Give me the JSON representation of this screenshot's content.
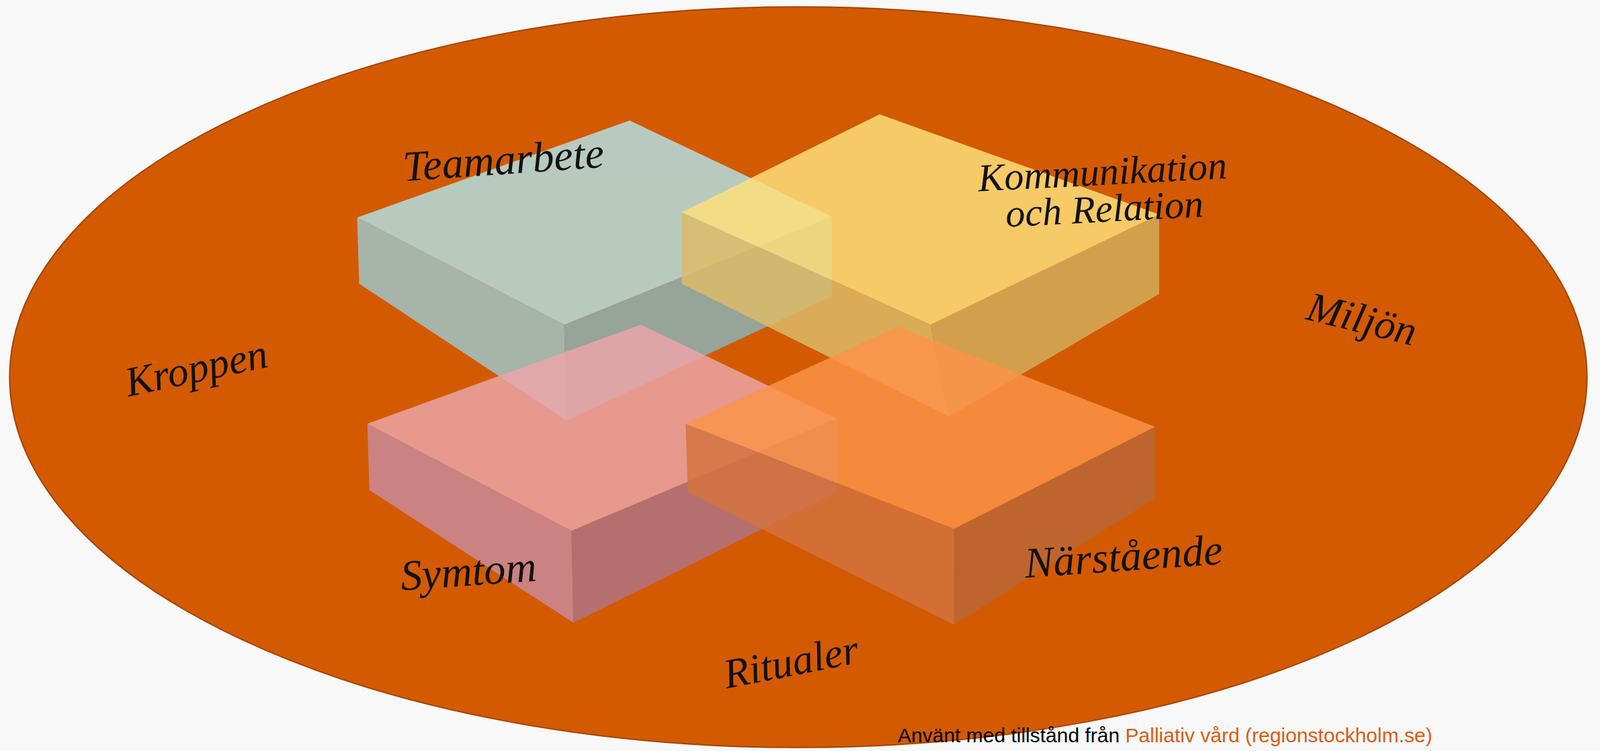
{
  "diagram": {
    "nodes": [
      {
        "text": [
          "Kroppen",
          "Miljön",
          "Ritualer"
        ]
      },
      {
        "text": [
          "Teamarbete"
        ],
        "in": 0
      },
      {
        "text": [
          "Kommunikation och Relation"
        ],
        "in": 0
      },
      {
        "text": [
          "Symtom"
        ],
        "in": 0
      },
      {
        "text": [
          "Närstående"
        ],
        "in": 0
      }
    ],
    "labels": [
      "Använt med tillstånd från",
      "Palliativ vård (regionstockholm.se)"
    ]
  }
}
